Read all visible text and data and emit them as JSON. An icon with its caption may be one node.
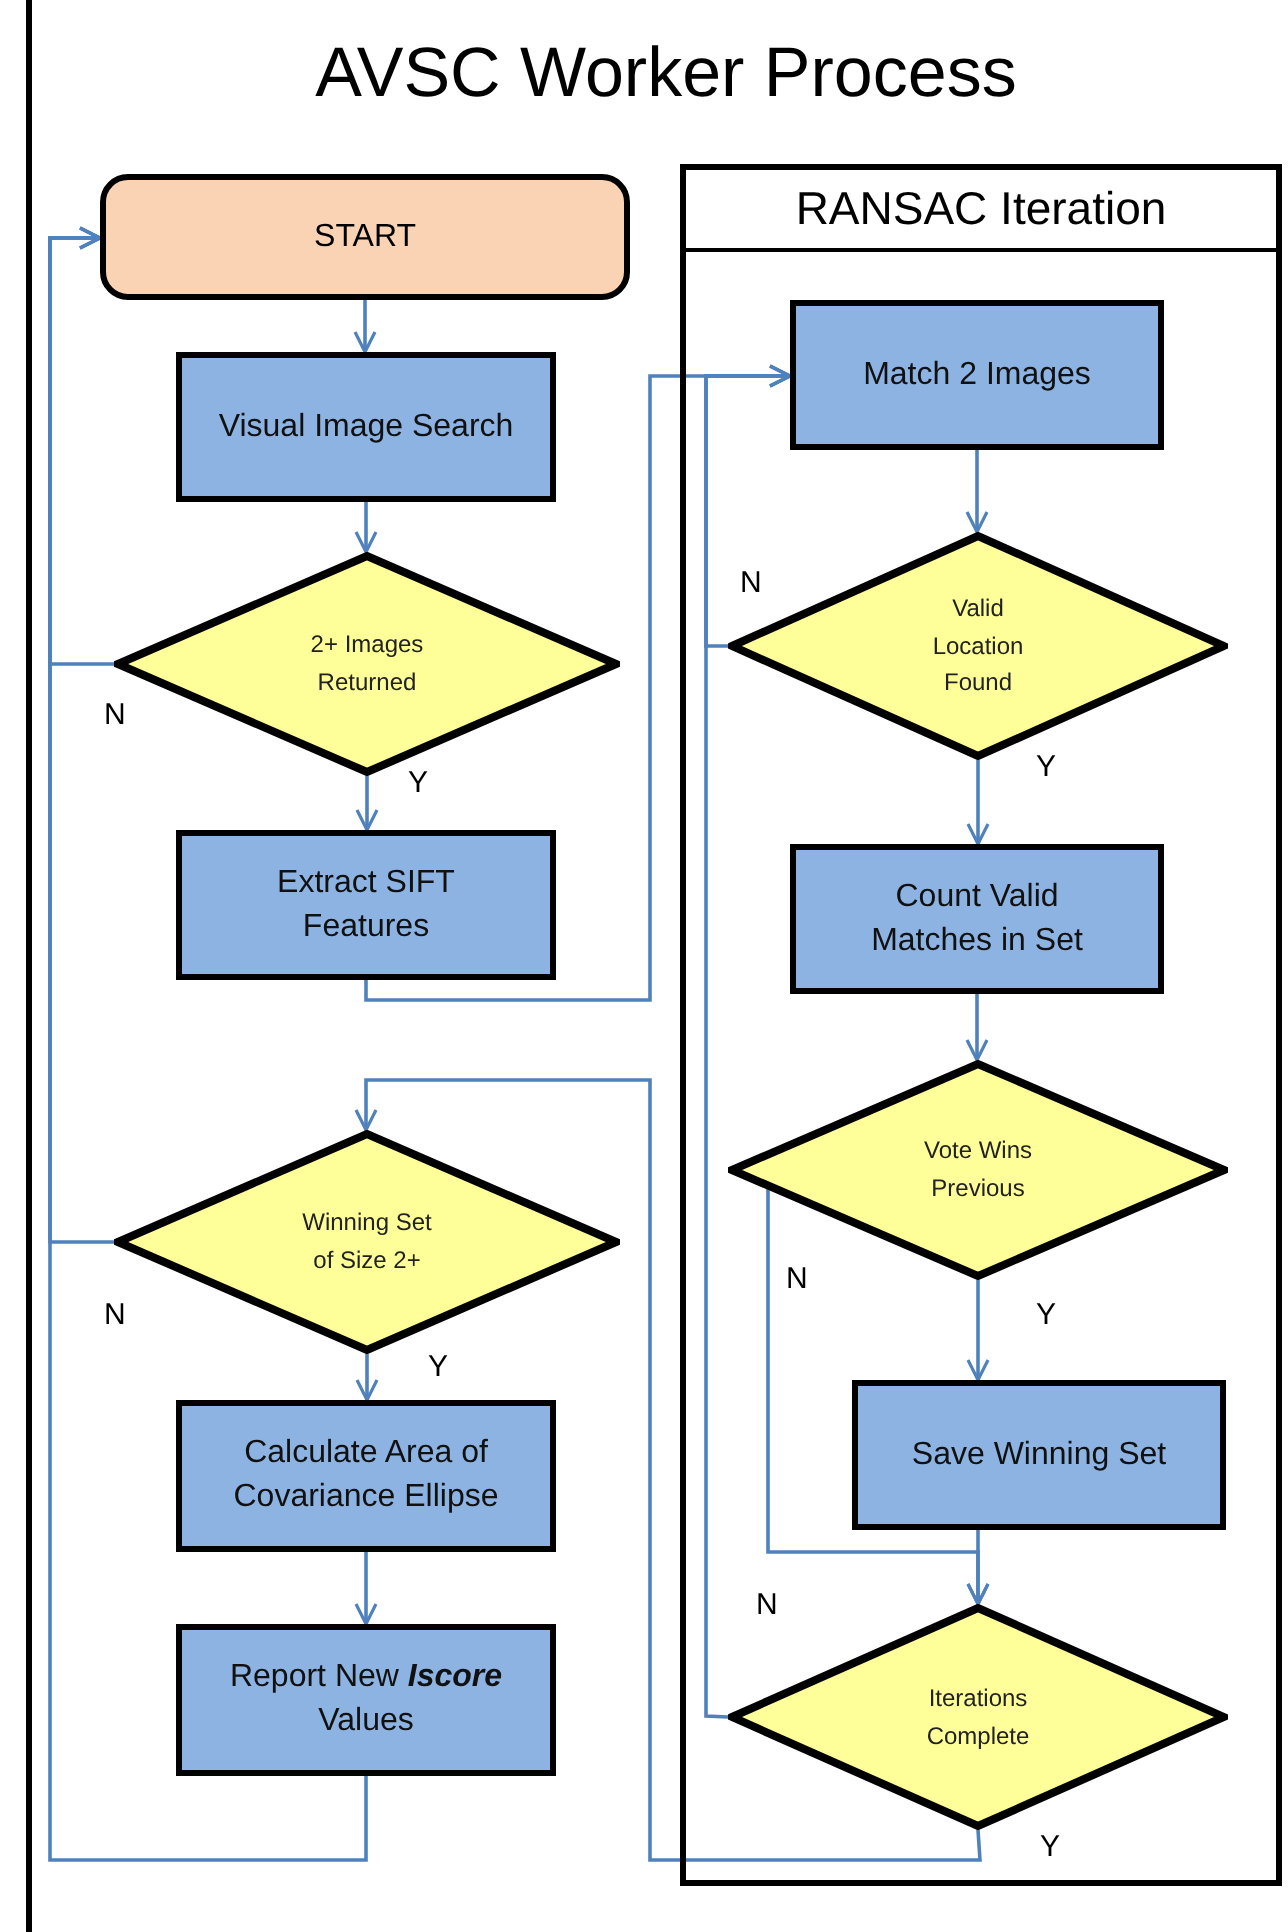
{
  "diagram": {
    "nodes": [
      {
        "text": [
          "AVSC Worker Process"
        ]
      },
      {
        "text": [
          "START"
        ],
        "in": 0
      },
      {
        "text": [
          "Visual Image Search"
        ],
        "in": 0
      },
      {
        "text": [
          "2+ Images Returned"
        ],
        "in": 0
      },
      {
        "text": [
          "Extract SIFT Features"
        ],
        "in": 0
      },
      {
        "text": [
          "Winning Set of Size 2+"
        ],
        "in": 0
      },
      {
        "text": [
          "Calculate Area of Covariance Ellipse"
        ],
        "in": 0
      },
      {
        "text": [
          "Report New **Iscore** Values"
        ],
        "in": 0
      },
      {
        "text": [
          "RANSAC Iteration"
        ],
        "in": 0
      },
      {
        "text": [
          "Match 2 Images"
        ],
        "in": 8
      },
      {
        "text": [
          "Valid Location Found"
        ],
        "in": 8
      },
      {
        "text": [
          "Count Valid Matches in Set"
        ],
        "in": 8
      },
      {
        "text": [
          "Vote Wins Previous"
        ],
        "in": 8
      },
      {
        "text": [
          "Save Winning Set"
        ],
        "in": 8
      },
      {
        "text": [
          "Iterations Complete"
        ],
        "in": 8
      }
    ],
    "edges": [
      {
        "from": 1,
        "to": 2,
        "arrow": "to"
      },
      {
        "from": 2,
        "to": 3,
        "arrow": "to"
      },
      {
        "from": 3,
        "to": 4,
        "arrow": "to",
        "label": "Y"
      },
      {
        "from": 3,
        "to": 1,
        "arrow": "to",
        "label": "N"
      },
      {
        "from": 4,
        "to": 9,
        "arrow": "to"
      },
      {
        "from": 5,
        "to": 6,
        "arrow": "to",
        "label": "Y"
      },
      {
        "from": 5,
        "to": 1,
        "arrow": "to",
        "label": "N"
      },
      {
        "from": 6,
        "to": 7,
        "arrow": "to"
      },
      {
        "from": 7,
        "to": 1,
        "arrow": "to"
      },
      {
        "from": 9,
        "to": 10,
        "arrow": "to"
      },
      {
        "from": 10,
        "to": 9,
        "arrow": "to",
        "label": "N"
      },
      {
        "from": 10,
        "to": 11,
        "arrow": "to",
        "label": "Y"
      },
      {
        "from": 11,
        "to": 12,
        "arrow": "to"
      },
      {
        "from": 12,
        "to": 13,
        "arrow": "to",
        "label": "Y"
      },
      {
        "from": 12,
        "to": 14,
        "arrow": "to",
        "label": "N"
      },
      {
        "from": 13,
        "to": 14,
        "arrow": "to"
      },
      {
        "from": 14,
        "to": 9,
        "arrow": "to",
        "label": "N"
      },
      {
        "from": 14,
        "to": 5,
        "arrow": "to",
        "label": "Y"
      }
    ]
  }
}
